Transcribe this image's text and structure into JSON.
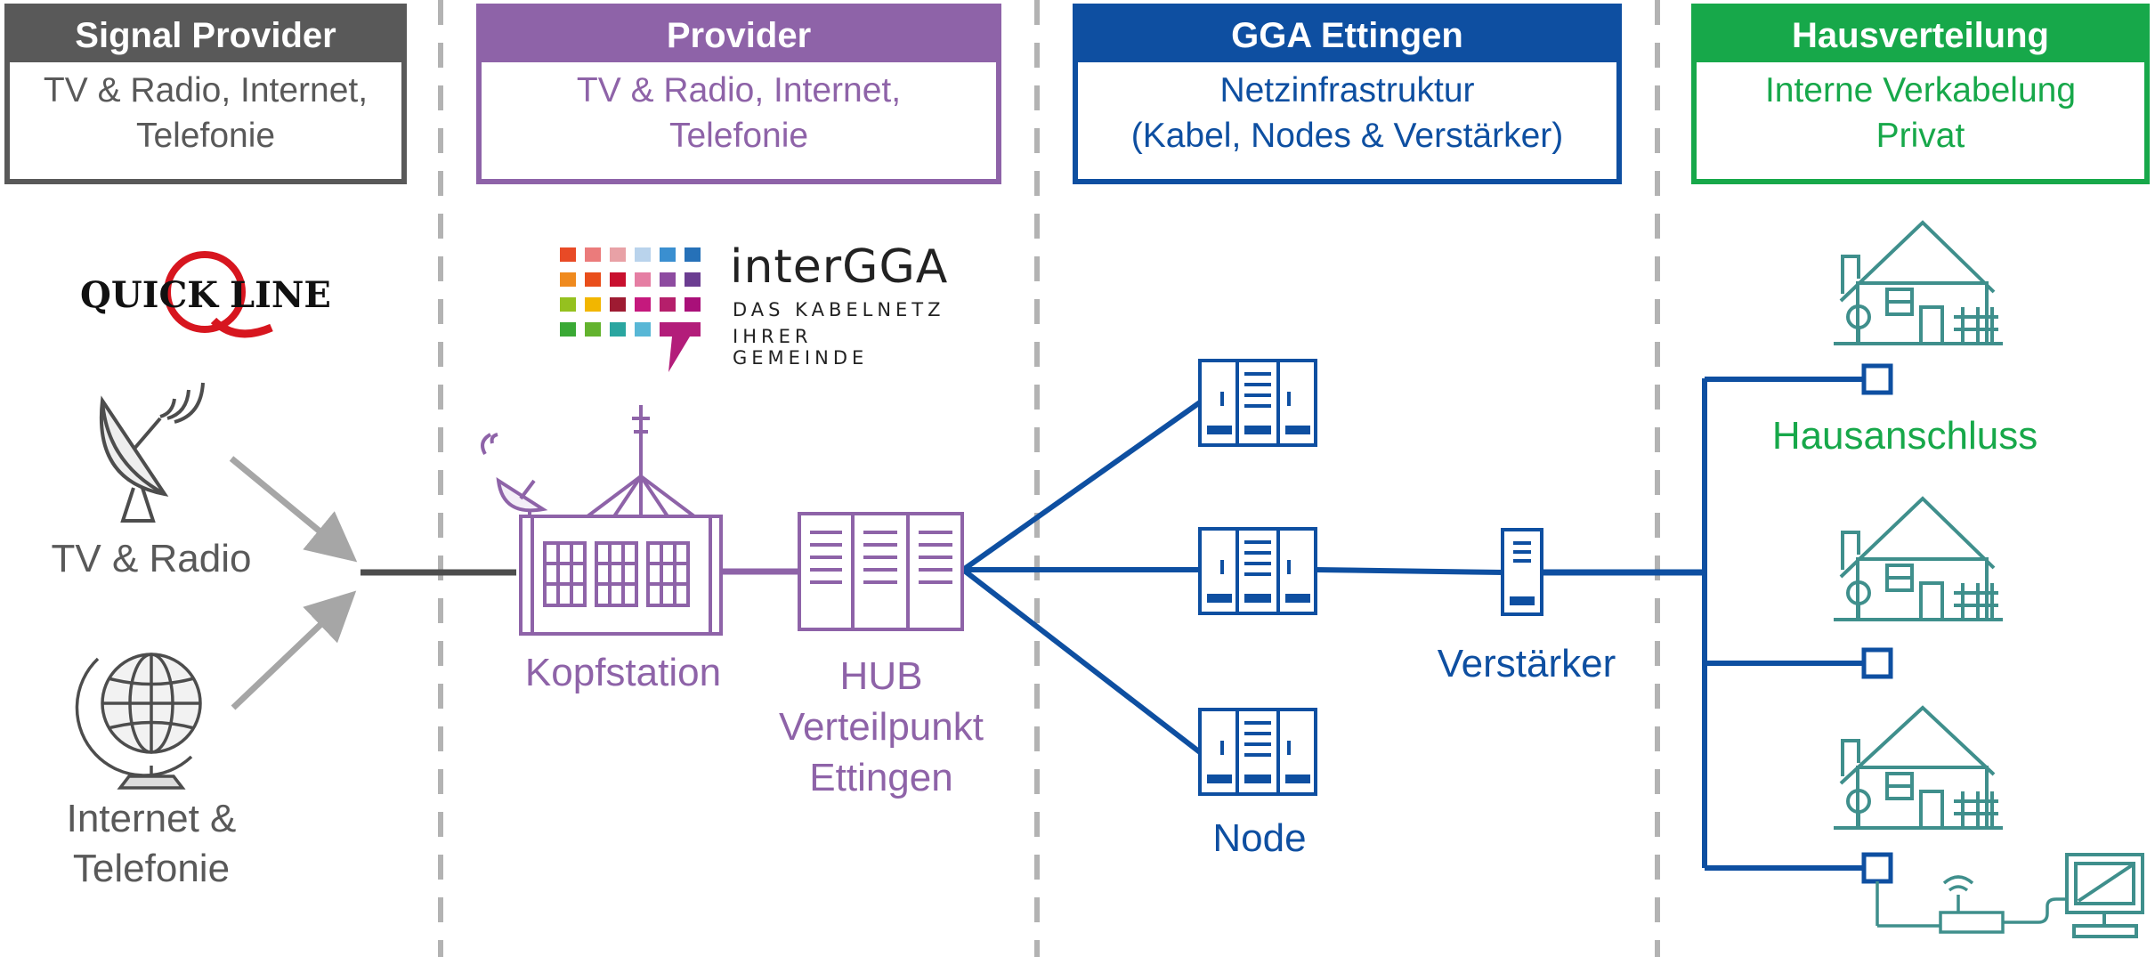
{
  "columns": [
    {
      "title": "Signal Provider",
      "line1": "TV & Radio, Internet,",
      "line2": "Telefonie",
      "color": "#595959"
    },
    {
      "title": "Provider",
      "line1": "TV & Radio, Internet,",
      "line2": "Telefonie",
      "color": "#8e63a8"
    },
    {
      "title": "GGA Ettingen",
      "line1": "Netzinfrastruktur",
      "line2": "(Kabel, Nodes & Verstärker)",
      "color": "#0e4fa1"
    },
    {
      "title": "Hausverteilung",
      "line1": "Interne Verkabelung",
      "line2": "Privat",
      "color": "#17a84a"
    }
  ],
  "logos": {
    "quickline": {
      "left": "QUICK",
      "right": "LINE"
    },
    "intergga": {
      "name": "interGGA",
      "tag1": "DAS KABELNETZ",
      "tag2": "IHRER GEMEINDE"
    }
  },
  "labels": {
    "tv_radio": "TV & Radio",
    "internet_1": "Internet &",
    "internet_2": "Telefonie",
    "kopfstation": "Kopfstation",
    "hub_1": "HUB",
    "hub_2": "Verteilpunkt",
    "hub_3": "Ettingen",
    "node": "Node",
    "verstaerker": "Verstärker",
    "hausanschluss": "Hausanschluss"
  },
  "icons": [
    "satellite-dish-icon",
    "globe-icon",
    "headend-building-icon",
    "hub-cabinet-icon",
    "node-cabinet-icon",
    "amplifier-icon",
    "house-icon",
    "router-icon",
    "computer-icon"
  ]
}
